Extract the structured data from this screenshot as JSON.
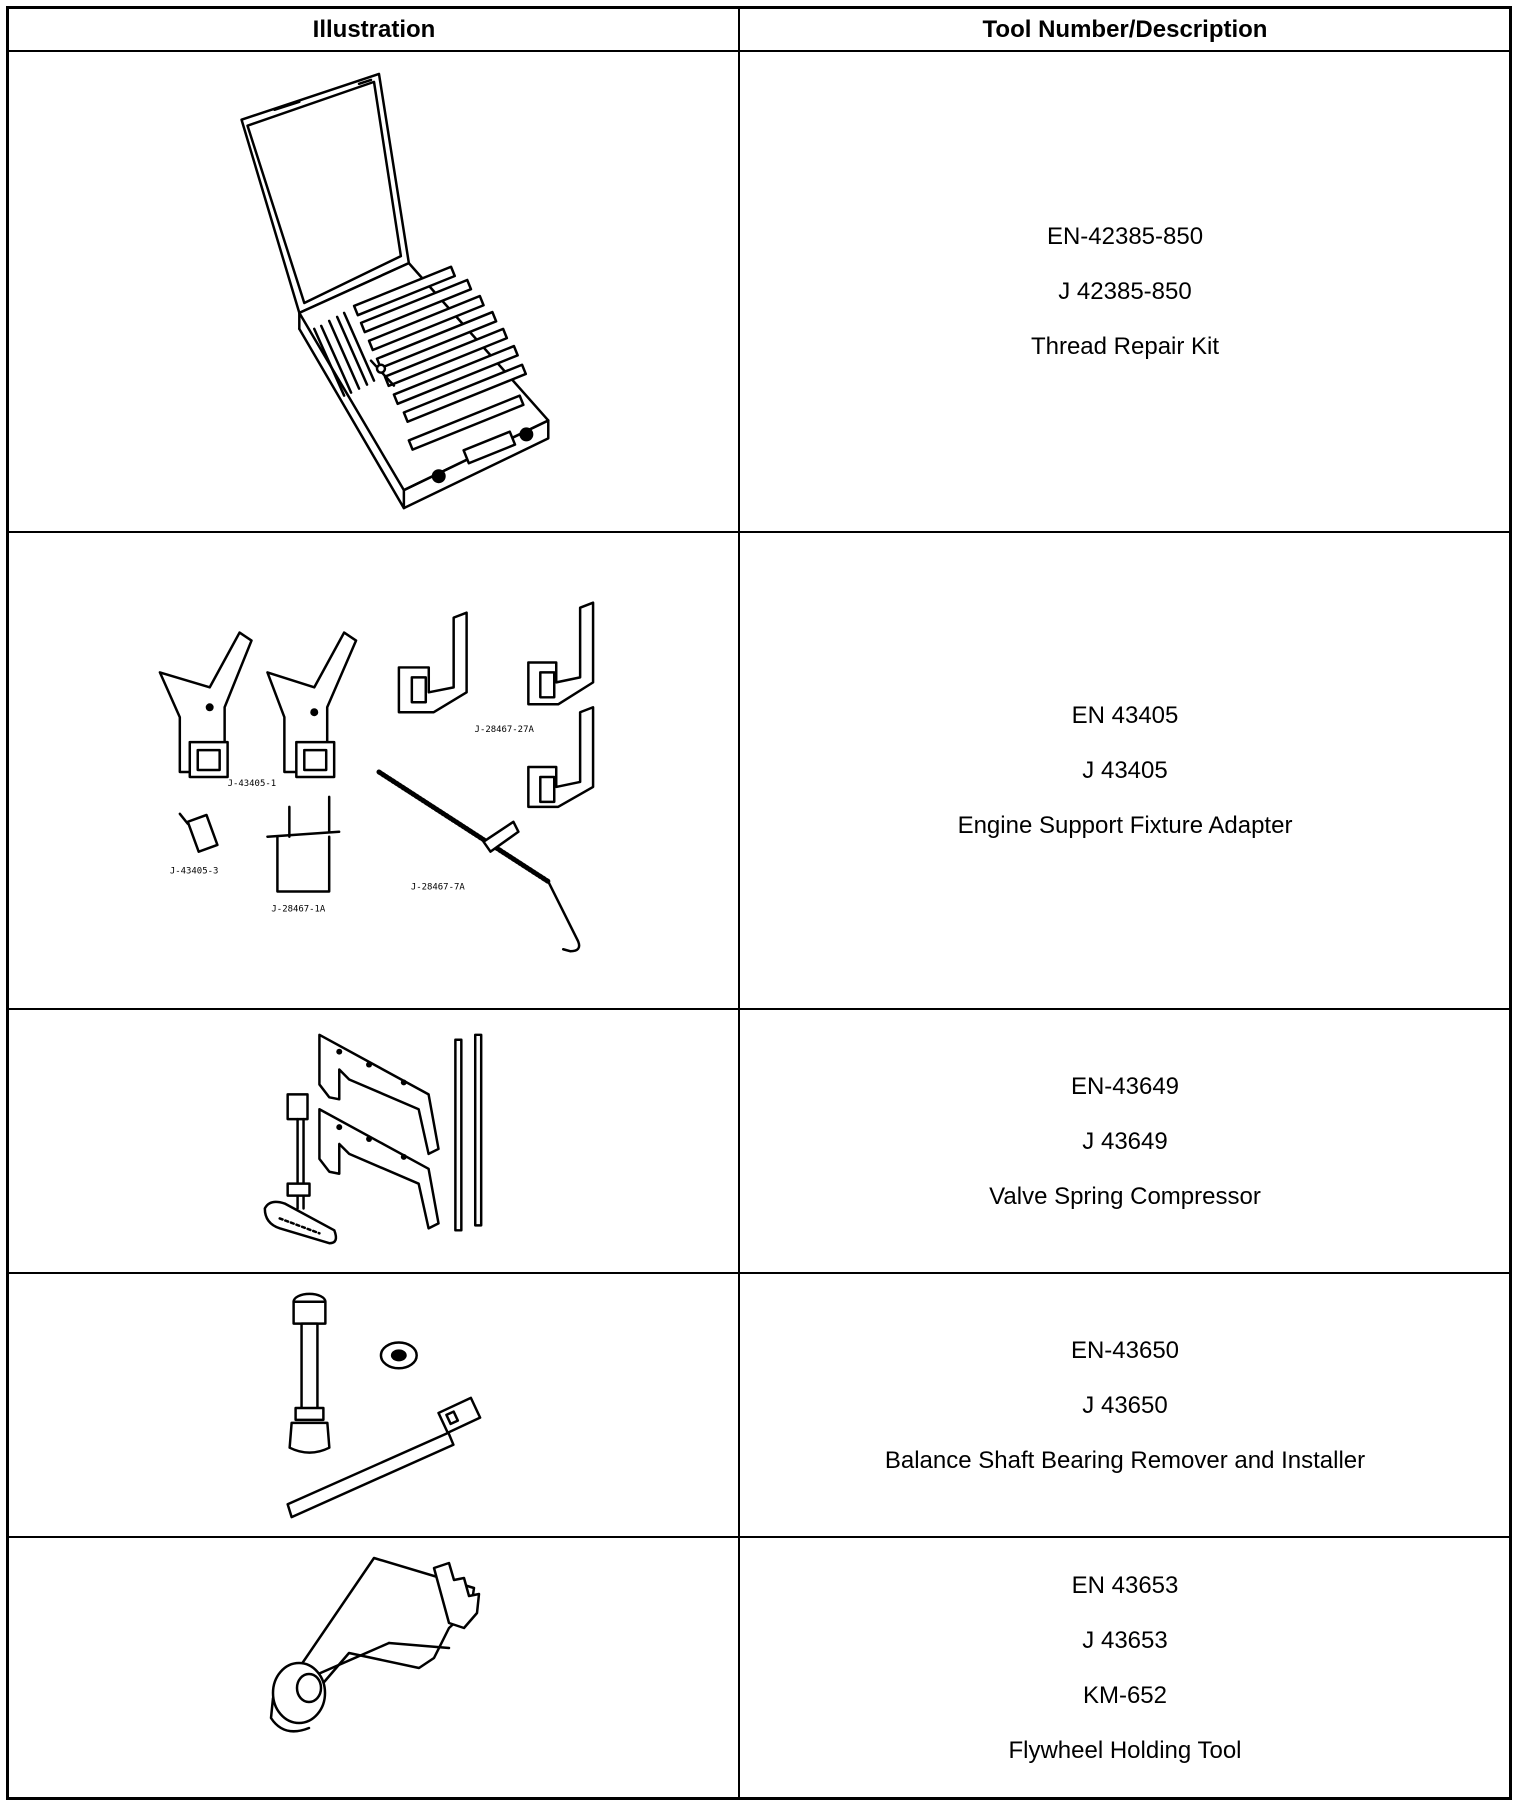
{
  "table": {
    "headers": {
      "illustration": "Illustration",
      "tool": "Tool Number/Description"
    },
    "rows": [
      {
        "lines": [
          "EN-42385-850",
          "J 42385-850",
          "Thread Repair Kit"
        ]
      },
      {
        "lines": [
          "EN 43405",
          "J 43405",
          "Engine Support Fixture Adapter"
        ],
        "callouts": [
          "J-43405-1",
          "J-28467-27A",
          "J-43405-3",
          "J-28467-1A",
          "J-28467-7A"
        ]
      },
      {
        "lines": [
          "EN-43649",
          "J 43649",
          "Valve Spring Compressor"
        ]
      },
      {
        "lines": [
          "EN-43650",
          "J 43650",
          "Balance Shaft Bearing Remover and Installer"
        ]
      },
      {
        "lines": [
          "EN 43653",
          "J 43653",
          "KM-652",
          "Flywheel Holding Tool"
        ]
      }
    ]
  }
}
